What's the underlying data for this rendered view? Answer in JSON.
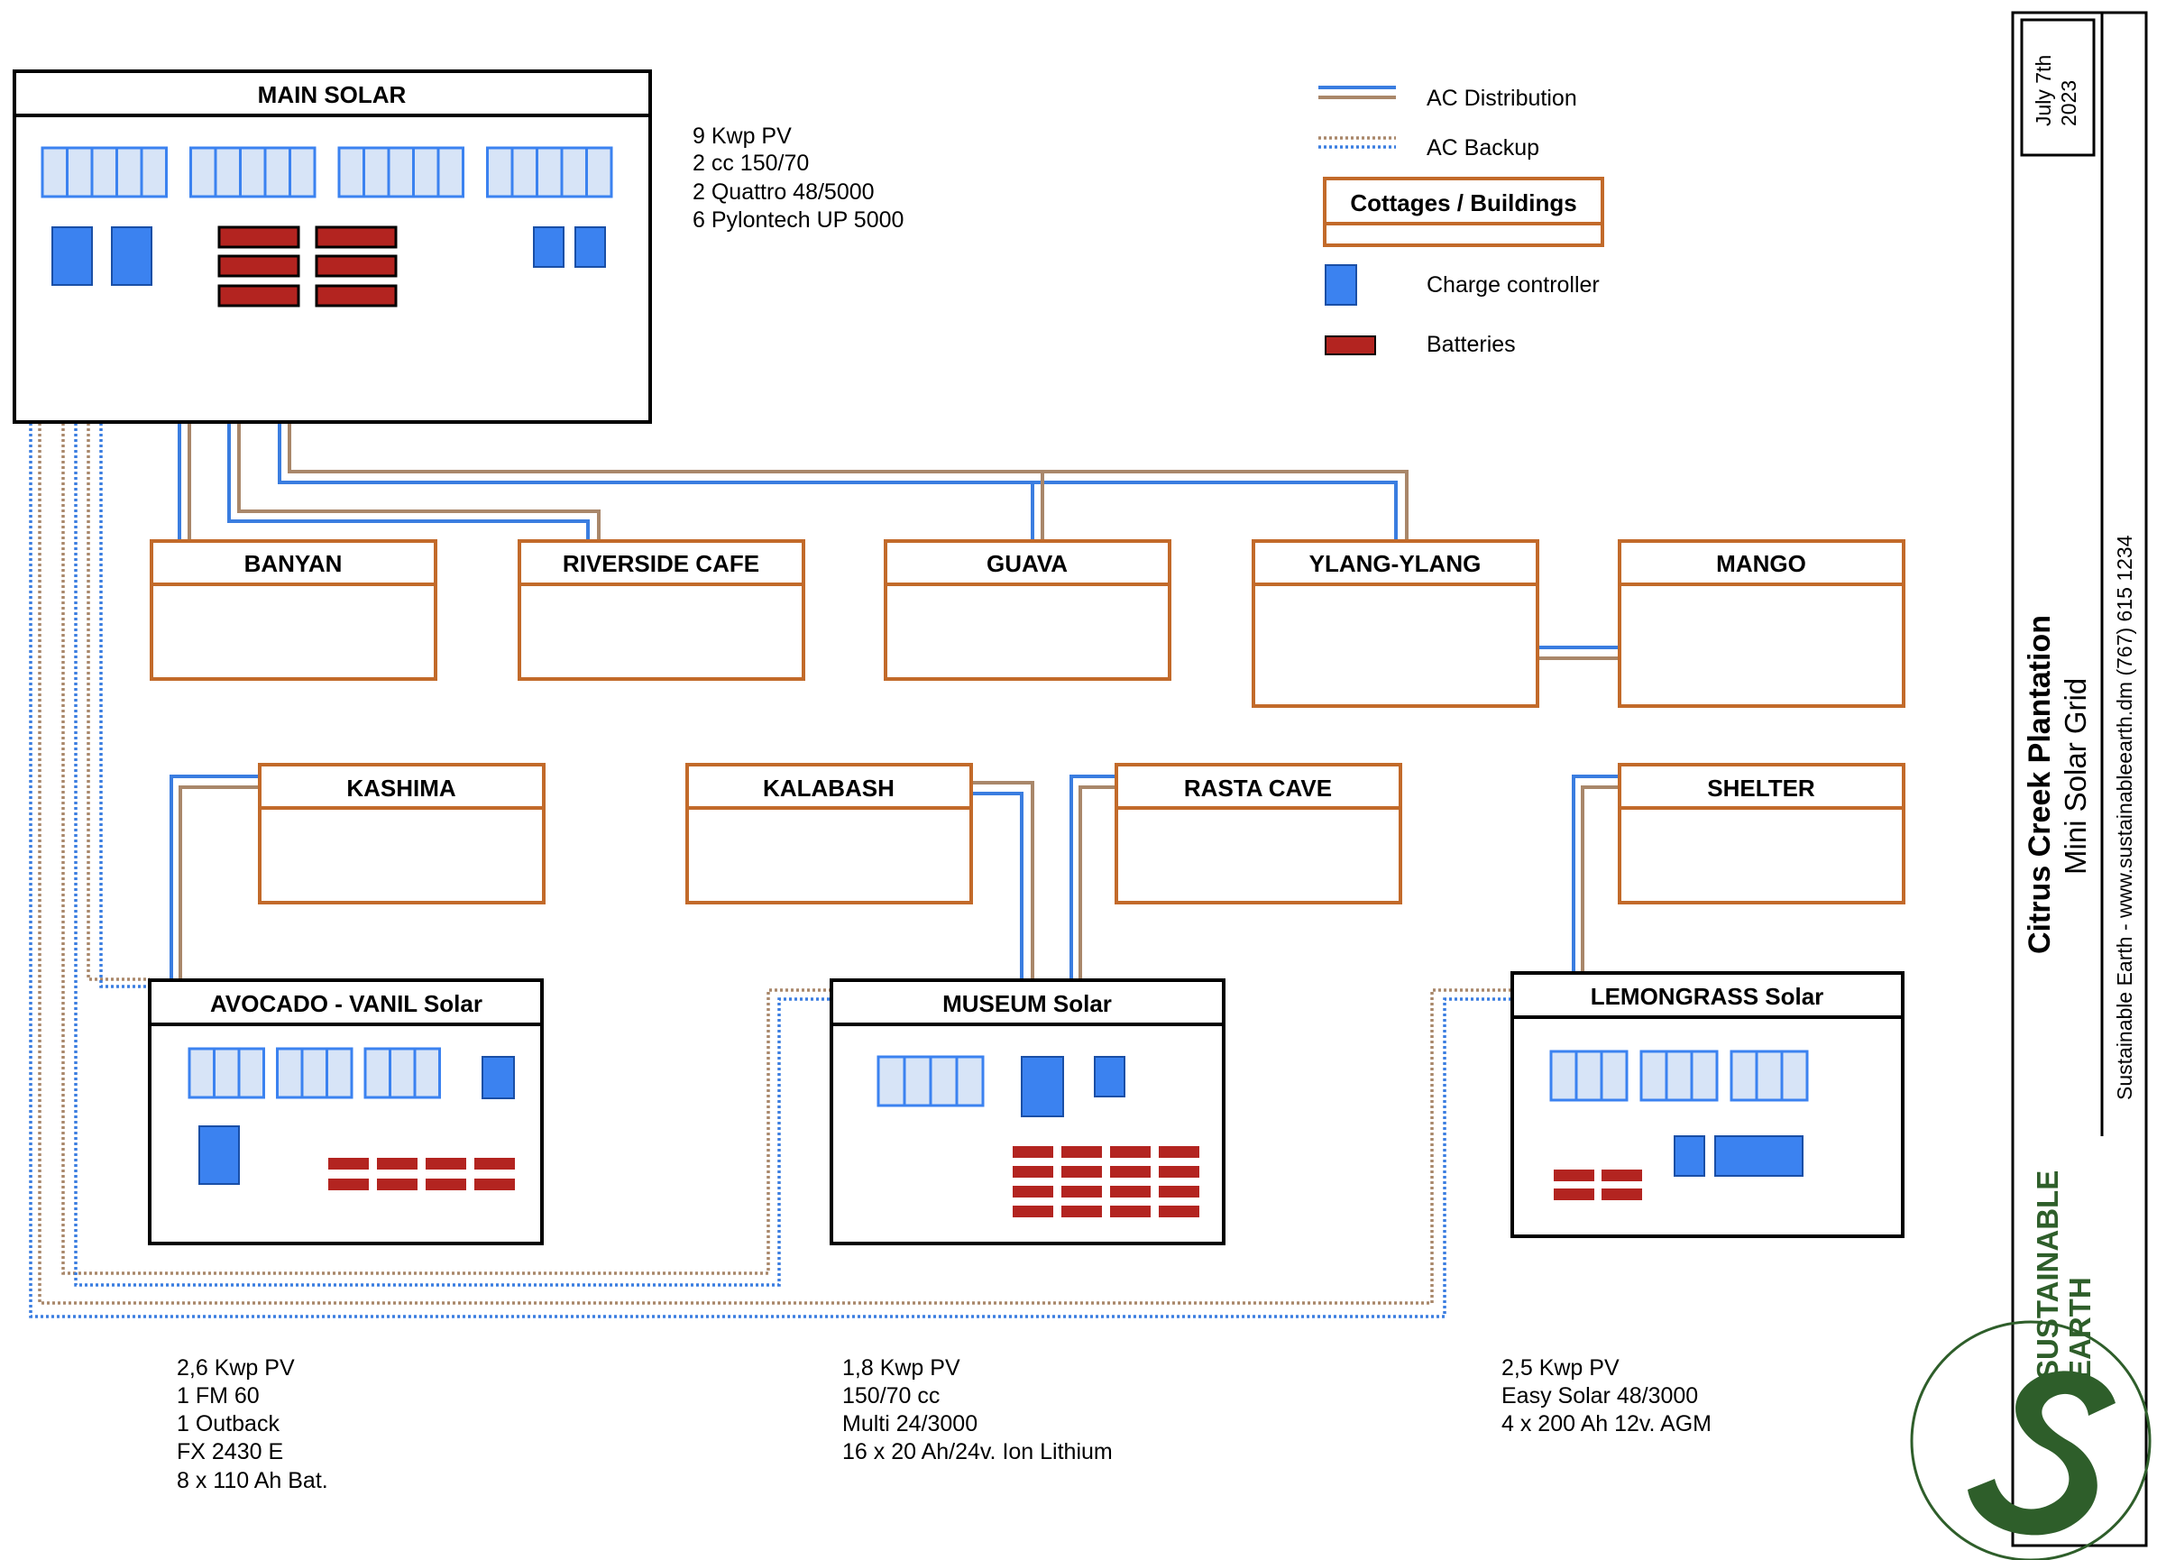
{
  "main": {
    "title": "MAIN SOLAR",
    "specs": [
      "9 Kwp PV",
      "2 cc 150/70",
      "2 Quattro 48/5000",
      "6 Pylontech UP 5000"
    ]
  },
  "buildings": {
    "banyan": "BANYAN",
    "riverside": "RIVERSIDE CAFE",
    "guava": "GUAVA",
    "ylang": "YLANG-YLANG",
    "mango": "MANGO",
    "kashima": "KASHIMA",
    "kalabash": "KALABASH",
    "rasta": "RASTA CAVE",
    "shelter": "SHELTER"
  },
  "stations": {
    "avocado": {
      "title": "AVOCADO - VANIL Solar",
      "specs": [
        "2,6 Kwp PV",
        "1 FM 60",
        "1 Outback",
        "FX 2430 E",
        "8 x 110 Ah Bat."
      ]
    },
    "museum": {
      "title": "MUSEUM Solar",
      "specs": [
        "1,8 Kwp PV",
        "150/70 cc",
        "Multi 24/3000",
        "16 x 20 Ah/24v. Ion Lithium"
      ]
    },
    "lemongrass": {
      "title": "LEMONGRASS Solar",
      "specs": [
        "2,5 Kwp PV",
        "Easy Solar 48/3000",
        "4 x 200 Ah 12v. AGM"
      ]
    }
  },
  "legend": {
    "ac_distribution": "AC Distribution",
    "ac_backup": "AC Backup",
    "buildings": "Cottages / Buildings",
    "charge_controller": "Charge controller",
    "batteries": "Batteries"
  },
  "title_block": {
    "date_line1": "July 7th",
    "date_line2": "2023",
    "title": "Citrus Creek Plantation",
    "subtitle": "Mini Solar Grid",
    "contact": "Sustainable Earth - www.sustainableearth.dm (767) 615 1234",
    "logo_line1": "SUSTAINABLE",
    "logo_line2": "EARTH"
  },
  "colors": {
    "ac_blue": "#3a7de0",
    "ac_brown": "#a9876a",
    "building_border": "#c26a2a",
    "charge_controller": "#3b82f0",
    "battery": "#b32420",
    "panel_fill": "#d7e4f7",
    "logo_green": "#2e5e2a"
  }
}
